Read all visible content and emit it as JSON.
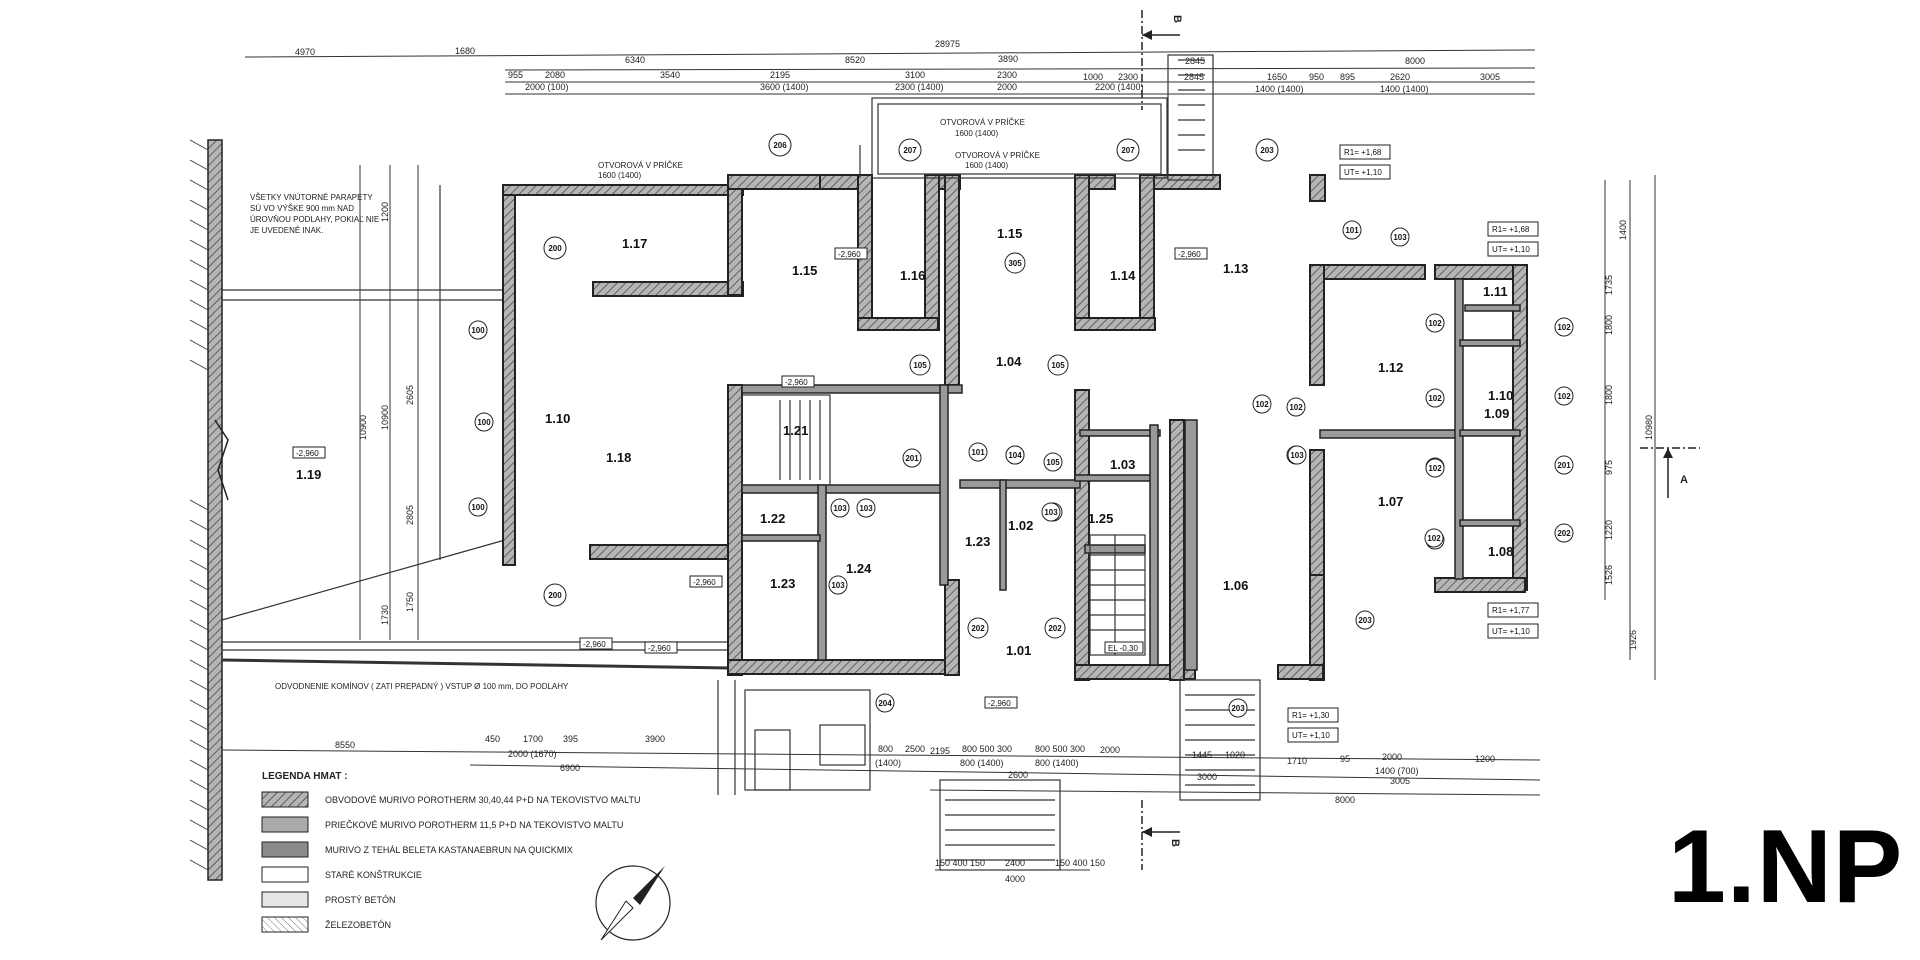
{
  "floor_label": "1.NP",
  "dims_top_row1": [
    "4970",
    "1680",
    "28975"
  ],
  "dims_top_row2": [
    "6340",
    "8520",
    "3890",
    "2845",
    "8000"
  ],
  "dims_top_row3": [
    "955",
    "2080",
    "3540",
    "2195",
    "3100",
    "2300",
    "1000",
    "2300",
    "2845",
    "1650",
    "950",
    "895",
    "2620",
    "3005"
  ],
  "dims_top_row4": [
    "2000 (100)",
    "3600 (1400)",
    "2300 (1400)",
    "2000",
    "2200 (1400)",
    "1400 (1400)",
    "1400 (1400)"
  ],
  "dims_bottom_row1": [
    "8550",
    "450",
    "1700",
    "395",
    "3900",
    "800",
    "2500",
    "2195",
    "800 500 300",
    "800 500 300",
    "2000",
    "1445",
    "1020",
    "1710",
    "95",
    "2000",
    "1200"
  ],
  "dims_bottom_row2": [
    "2000 (1670)",
    "6900",
    "(1400)",
    "800 (1400)",
    "800 (1400)",
    "2600",
    "3000",
    "1400 (700)",
    "3005"
  ],
  "dims_bottom_row3": [
    "8000"
  ],
  "dims_bottom_row4": [
    "150 400 150",
    "2400",
    "150 400 150",
    "4000"
  ],
  "dims_left": [
    "1200",
    "10900",
    "10900",
    "2605",
    "2805",
    "1730",
    "1750"
  ],
  "dims_right": [
    "1400",
    "1735",
    "1800",
    "1800",
    "975",
    "1220",
    "1526",
    "1926",
    "10980"
  ],
  "rooms": [
    "1.17",
    "1.15",
    "1.16",
    "1.15",
    "1.14",
    "1.13",
    "1.11",
    "1.12",
    "1.10",
    "1.09",
    "1.10",
    "1.18",
    "1.19",
    "1.21",
    "1.04",
    "1.07",
    "1.08",
    "1.22",
    "1.24",
    "1.23",
    "1.02",
    "1.25",
    "1.06",
    "1.23",
    "1.01",
    "1.03"
  ],
  "bubbles": [
    "206",
    "207",
    "207",
    "203",
    "200",
    "101",
    "103",
    "305",
    "105",
    "105",
    "102",
    "102",
    "102",
    "102",
    "102",
    "102",
    "102",
    "102",
    "201",
    "202",
    "104",
    "101",
    "201",
    "103",
    "103",
    "103",
    "103",
    "104",
    "105",
    "102",
    "102",
    "103",
    "102",
    "202",
    "202",
    "203",
    "200",
    "204",
    "203",
    "100",
    "100",
    "100",
    "103"
  ],
  "tags": [
    "R1= +1,68",
    "UT= +1,10",
    "R1= +1,68",
    "UT= +1,10",
    "R1= +1,77",
    "UT= +1,10",
    "R1= +1,30",
    "UT= +1,10",
    "-2,960",
    "-2,960",
    "-2,960",
    "-2,960",
    "-2,960",
    "-2,960",
    "-2,960",
    "-2,960",
    "EL -0,30"
  ],
  "notes": {
    "parapets": [
      "VŠETKY VNÚTORNÉ PARAPETY",
      "SÚ VO VÝŠKE 900 mm NAD",
      "ÚROVŇOU PODLAHY, POKIAĽ NIE",
      "JE UVEDENÉ INAK."
    ],
    "opening1": [
      "OTVOROVÁ V PRÍČKE",
      "1600 (1400)"
    ],
    "opening2": [
      "OTVOROVÁ V PRÍČKE",
      "1600 (1400)"
    ],
    "opening3": [
      "OTVOROVÁ V PRÍČKE",
      "1600 (1400)"
    ],
    "chimney": "ODVODNENIE KOMÍNOV ( ZATI PREPADNÝ ) VSTUP Ø 100 mm, DO PODLAHY"
  },
  "sections": {
    "b_top": "B",
    "b_bottom": "B",
    "a_right": "A"
  },
  "legend": {
    "title": "LEGENDA HMAT :",
    "items": [
      "OBVODOVÉ MURIVO   POROTHERM 30,40,44 P+D NA TEKOVISTVO MALTU",
      "PRIEČKOVÉ MURIVO   POROTHERM 11,5 P+D NA TEKOVISTVO MALTU",
      "MURIVO  Z TEHÁL BELETA KASTANAEBRUN NA QUICKMIX",
      "STARÉ KONŠTRUKCIE",
      "PROSTÝ BETÓN",
      "ŽELEZOBETÓN"
    ]
  }
}
